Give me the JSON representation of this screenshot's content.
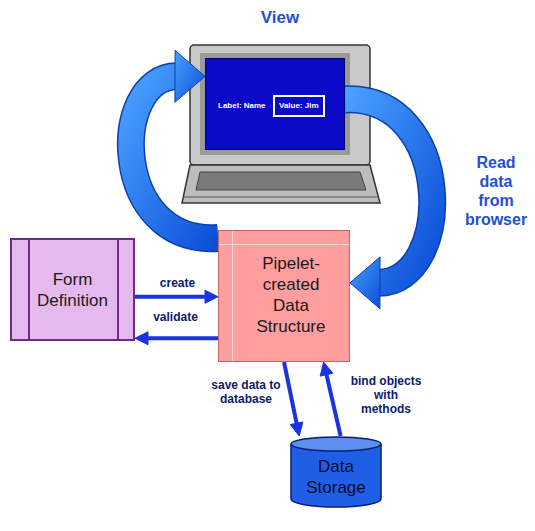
{
  "diagram": {
    "title": "View",
    "nodes": [
      {
        "text": [
          "Label: Name",
          "Value: Jim"
        ]
      },
      {
        "text": [
          "Form Definition"
        ]
      },
      {
        "text": [
          "Pipelet-created Data Structure"
        ]
      },
      {
        "text": [
          "Data Storage"
        ]
      }
    ],
    "edges": [
      {
        "from": 2,
        "to": 0,
        "arrow": "to"
      },
      {
        "from": 0,
        "to": 2,
        "label": "Read data from browser",
        "arrow": "to"
      },
      {
        "from": 1,
        "to": 2,
        "label": "create",
        "arrow": "to"
      },
      {
        "from": 2,
        "to": 1,
        "label": "validate",
        "arrow": "to"
      },
      {
        "from": 2,
        "to": 3,
        "label": "save data to database",
        "arrow": "to"
      },
      {
        "from": 3,
        "to": 2,
        "label": "bind objects with methods",
        "arrow": "to"
      }
    ]
  }
}
